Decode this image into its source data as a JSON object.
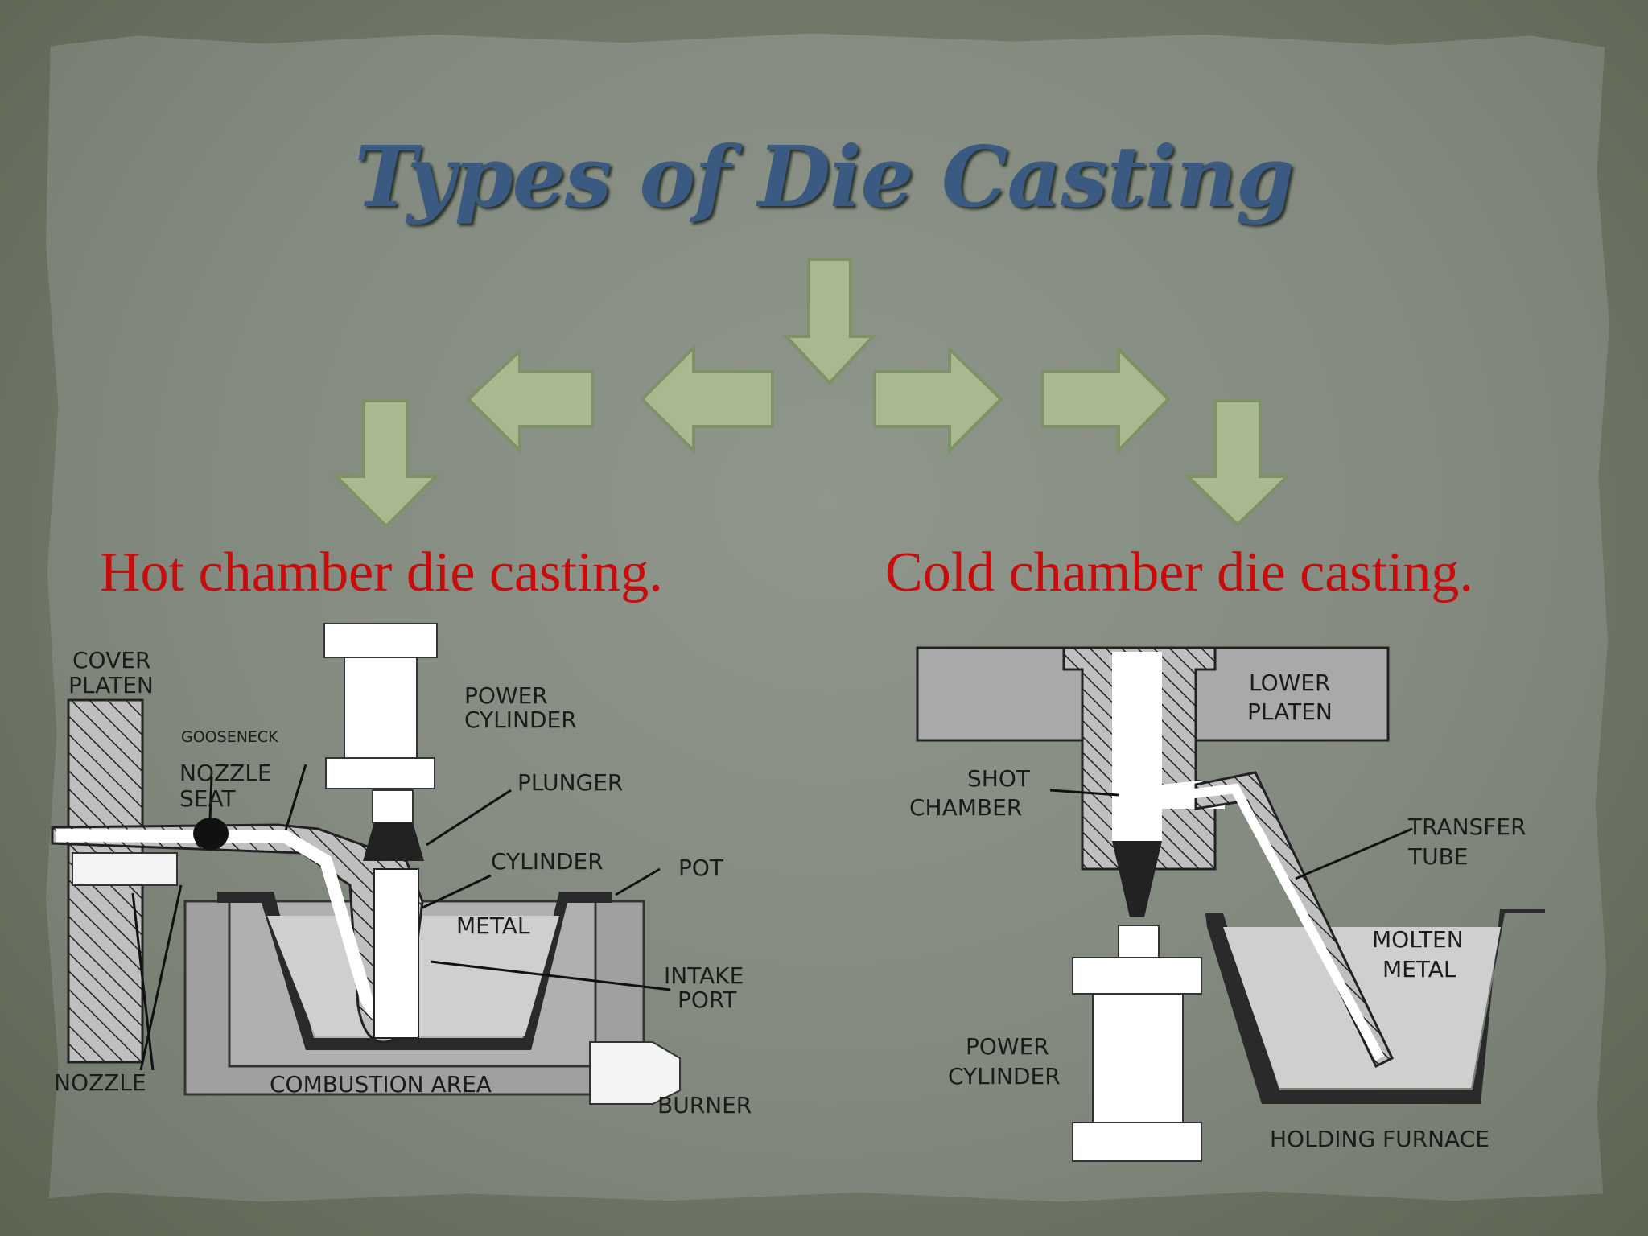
{
  "title": "Types of Die  Casting",
  "hot": {
    "title": "Hot chamber die casting.",
    "labels": {
      "cover_platen_1": "COVER",
      "cover_platen_2": "PLATEN",
      "gooseneck": "GOOSENECK",
      "nozzle_seat_1": "NOZZLE",
      "nozzle_seat_2": "SEAT",
      "power_cylinder_1": "POWER",
      "power_cylinder_2": "CYLINDER",
      "plunger": "PLUNGER",
      "cylinder": "CYLINDER",
      "pot": "POT",
      "metal": "METAL",
      "intake_port_1": "INTAKE",
      "intake_port_2": "PORT",
      "nozzle": "NOZZLE",
      "combustion_area": "COMBUSTION AREA",
      "burner": "BURNER"
    }
  },
  "cold": {
    "title": "Cold chamber die casting.",
    "labels": {
      "lower_platen_1": "LOWER",
      "lower_platen_2": "PLATEN",
      "shot_chamber_1": "SHOT",
      "shot_chamber_2": "CHAMBER",
      "transfer_tube_1": "TRANSFER",
      "transfer_tube_2": "TUBE",
      "molten_metal_1": "MOLTEN",
      "molten_metal_2": "METAL",
      "power_cylinder_1": "POWER",
      "power_cylinder_2": "CYLINDER",
      "holding_furnace": "HOLDING FURNACE"
    }
  },
  "colors": {
    "title": "#3a5a82",
    "subtitle": "#c80b0b",
    "arrow_fill": "#a9b98f",
    "arrow_stroke": "#7f9166"
  }
}
